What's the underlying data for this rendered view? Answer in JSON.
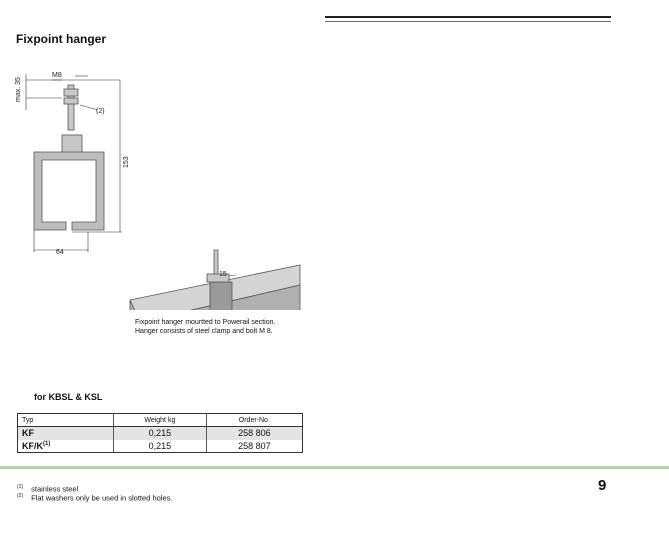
{
  "title": "Fixpoint hanger",
  "drawing": {
    "dim_max": "max. 35",
    "dim_m8": "M8",
    "dim_2": "(2)",
    "dim_153": "153",
    "dim_64": "64",
    "dim_15": "15"
  },
  "caption": {
    "line1": "Fixpoint hanger mourtted to Powerail section.",
    "line2": "Hanger consists of steel clamp and bolt M 8."
  },
  "subtitle": "for KBSL & KSL",
  "table": {
    "headers": [
      "Typ",
      "Weight kg",
      "Order-No."
    ],
    "rows": [
      {
        "typ": "KF",
        "sup": "",
        "weight": "0,215",
        "order": "258 806"
      },
      {
        "typ": "KF/K",
        "sup": "(1)",
        "weight": "0,215",
        "order": "258 807"
      }
    ]
  },
  "page_number": "9",
  "footnotes": [
    {
      "mark": "(1)",
      "text": "stainless steel"
    },
    {
      "mark": "(2)",
      "text": "Flat washers only be used in slotted holes."
    }
  ]
}
